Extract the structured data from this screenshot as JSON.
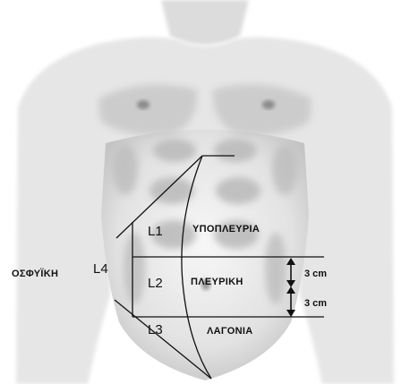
{
  "zones": {
    "l1": "L1",
    "l2": "L2",
    "l3": "L3",
    "l4": "L4"
  },
  "regions": {
    "hypochondriac": "ΥΠΟΠΛΕΥΡΙΑ",
    "lateral": "ΠΛΕΥΡΙΚΗ",
    "iliac": "ΛΑΓΟΝΙΑ",
    "lumbar": "ΟΣΦΥΪΚΗ"
  },
  "measurements": {
    "upper": "3 cm",
    "lower": "3 cm"
  },
  "colors": {
    "outline": "#111111",
    "skin_shadow": "#c9c9c9",
    "skin_light": "#efefef"
  }
}
